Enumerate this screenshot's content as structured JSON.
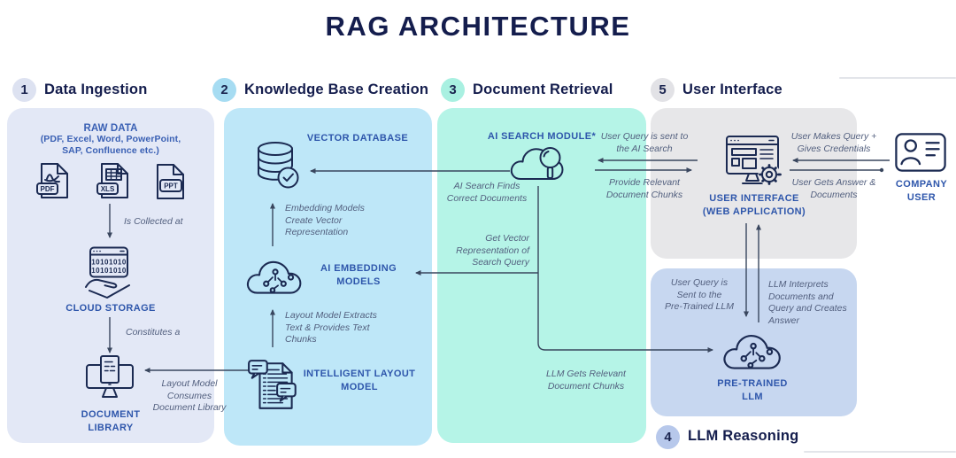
{
  "title": "RAG ARCHITECTURE",
  "sections": {
    "s1": {
      "num": "1",
      "label": "Data Ingestion"
    },
    "s2": {
      "num": "2",
      "label": "Knowledge Base Creation"
    },
    "s3": {
      "num": "3",
      "label": "Document Retrieval"
    },
    "s4": {
      "num": "4",
      "label": "LLM Reasoning"
    },
    "s5": {
      "num": "5",
      "label": "User Interface"
    }
  },
  "ingestion": {
    "raw_data_title": "RAW DATA",
    "raw_data_sub": [
      "(PDF, Excel, Word, PowerPoint,",
      "SAP, Confluence etc.)"
    ],
    "file_badges": [
      "PDF",
      "XLS",
      "PPT"
    ],
    "binary_rows": [
      "10101010",
      "10101010"
    ],
    "note_collected": "Is Collected at",
    "cloud_storage_label": "CLOUD STORAGE",
    "note_constitutes": "Constitutes a",
    "document_library_label": [
      "DOCUMENT",
      "LIBRARY"
    ],
    "note_layout_consumes": [
      "Layout Model",
      "Consumes",
      "Document Library"
    ]
  },
  "knowledge": {
    "vector_db_label": "VECTOR DATABASE",
    "note_embedding_create": [
      "Embedding Models",
      "Create Vector",
      "Representation"
    ],
    "embedding_label": [
      "AI EMBEDDING",
      "MODELS"
    ],
    "note_layout_extracts": [
      "Layout Model Extracts",
      "Text & Provides Text",
      "Chunks"
    ],
    "layout_model_label": [
      "INTELLIGENT LAYOUT",
      "MODEL"
    ]
  },
  "retrieval": {
    "search_label": "AI SEARCH MODULE*",
    "note_search_finds": [
      "AI Search Finds",
      "Correct Documents"
    ],
    "note_get_vector": [
      "Get Vector",
      "Representation of",
      "Search Query"
    ],
    "note_llm_gets": [
      "LLM Gets Relevant",
      "Document Chunks"
    ]
  },
  "ui": {
    "note_query_sent": [
      "User Query is sent to",
      "the AI Search"
    ],
    "note_provide_chunks": [
      "Provide Relevant",
      "Document Chunks"
    ],
    "ui_label": [
      "USER INTERFACE",
      "(WEB APPLICATION)"
    ],
    "note_user_makes": [
      "User Makes Query +",
      "Gives Credentials"
    ],
    "note_user_gets": [
      "User Gets Answer &",
      "Documents"
    ],
    "company_user_label": [
      "COMPANY",
      "USER"
    ]
  },
  "llm": {
    "note_query_to_llm": [
      "User Query is",
      "Sent to the",
      "Pre-Trained LLM"
    ],
    "note_llm_interprets": [
      "LLM Interprets",
      "Documents and",
      "Query and Creates",
      "Answer"
    ],
    "llm_label": [
      "PRE-TRAINED",
      "LLM"
    ]
  },
  "icons": {
    "pdf": "pdf-file-icon",
    "xls": "xls-file-icon",
    "ppt": "ppt-file-icon",
    "cloud_storage": "binary-data-hand-icon",
    "document_library": "monitor-document-icon",
    "vector_db": "database-check-icon",
    "embedding": "ai-circuit-cloud-icon",
    "layout_model": "document-chat-icon",
    "search": "cloud-search-icon",
    "web_app": "browser-gear-icon",
    "llm": "ai-circuit-cloud-icon",
    "company_user": "id-card-icon"
  },
  "colors": {
    "title_navy": "#141d4d",
    "label_blue": "#2e56ab",
    "note_gray": "#525f7e",
    "connector": "#39465e",
    "icon_stroke": "#1b2a52",
    "panel_ingestion": "#e3e8f6",
    "panel_knowledge": "#bee7f8",
    "panel_retrieval": "#b5f4e7",
    "panel_llm": "#c7d7f0",
    "panel_ui": "#e7e7e9",
    "badge_1": "#dde2f1",
    "badge_2": "#a6dcf2",
    "badge_3": "#a9f0e1",
    "badge_4": "#b7c8eb",
    "badge_5": "#e2e2e6"
  }
}
